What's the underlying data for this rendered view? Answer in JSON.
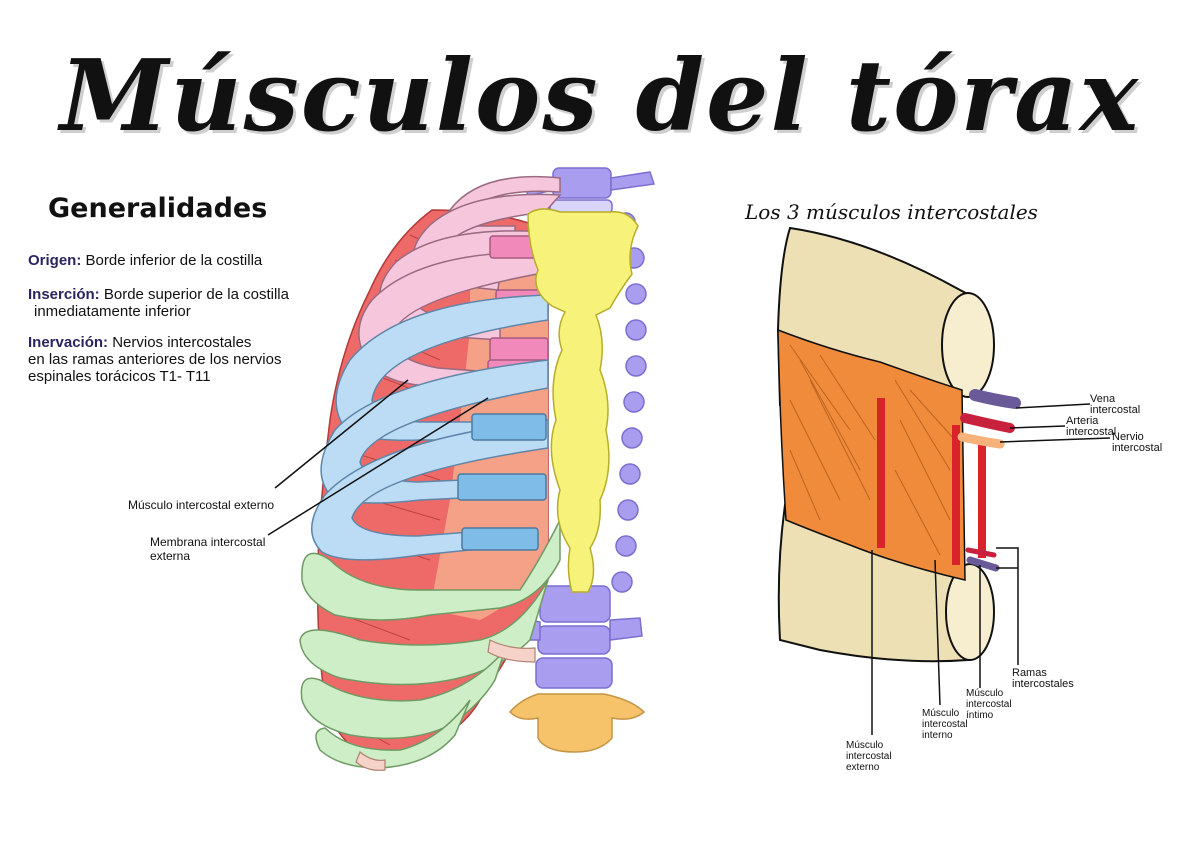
{
  "title": "Músculos del tórax",
  "generalidades": {
    "heading": "Generalidades",
    "origen_key": "Origen:",
    "origen_text": "Borde inferior de la costilla",
    "insercion_key": "Inserción:",
    "insercion_text": "Borde superior de la costilla",
    "insercion_text2": "inmediatamente inferior",
    "inervacion_key": "Inervación:",
    "inervacion_text": "Nervios intercostales",
    "inervacion_text2": "en las ramas anteriores de los nervios",
    "inervacion_text3": "espinales torácicos T1-  T11"
  },
  "left_diagram": {
    "label_externo": "Músculo intercostal externo",
    "label_membrana_1": "Membrana intercostal",
    "label_membrana_2": "externa"
  },
  "right_diagram": {
    "title": "Los 3 músculos intercostales",
    "vena_1": "Vena",
    "vena_2": "intercostal",
    "arteria_1": "Arteria",
    "arteria_2": "intercostal",
    "nervio_1": "Nervio",
    "nervio_2": "intercostal",
    "ramas_1": "Ramas",
    "ramas_2": "intercostales",
    "intimo_1": "Músculo",
    "intimo_2": "intercostal",
    "intimo_3": "íntimo",
    "interno_1": "Músculo",
    "interno_2": "intercostal",
    "interno_3": "interno",
    "externo_1": "Músculo",
    "externo_2": "intercostal",
    "externo_3": "externo"
  },
  "colors": {
    "rib_pink": "#f6c6dc",
    "rib_blue": "#bcdcf6",
    "rib_green": "#cdeec6",
    "muscle_red": "#ec5a5e",
    "muscle_salmon": "#f2977d",
    "cartilage_pink": "#f18abb",
    "cartilage_blue": "#7fbde8",
    "sternum": "#f6f27a",
    "vertebra": "#a99df0",
    "sacrum": "#f6c36b",
    "bone_right": "#ede0b4",
    "muscle_orange": "#ef8b3a",
    "vein": "#6a5a9a",
    "artery": "#c7213d",
    "nerve": "#f6b27a"
  }
}
